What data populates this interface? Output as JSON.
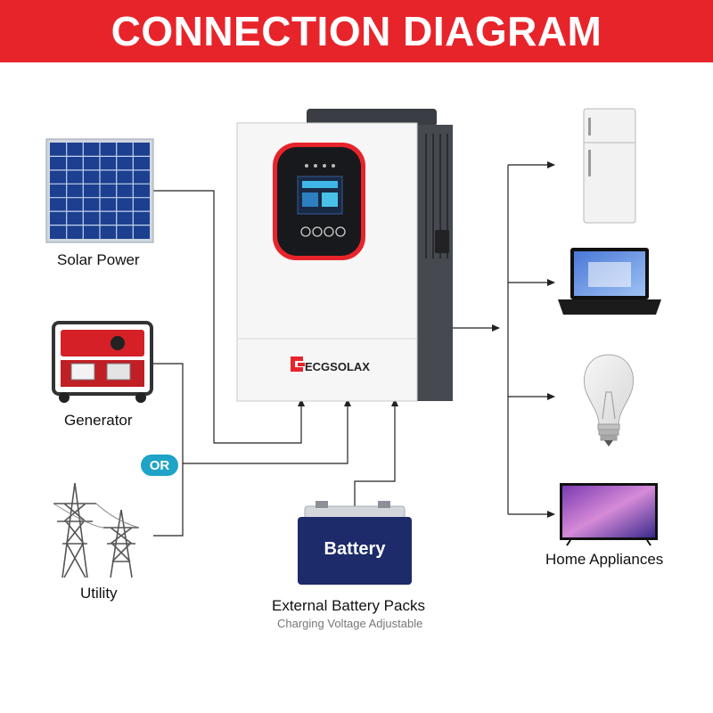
{
  "header": {
    "title": "CONNECTION DIAGRAM"
  },
  "colors": {
    "banner": "#e8242b",
    "or_badge": "#1fa3c7",
    "inverter_accent": "#e8242b",
    "line": "#222222"
  },
  "inputs": {
    "solar": {
      "label": "Solar Power",
      "icon": "solar-panel-icon"
    },
    "generator": {
      "label": "Generator",
      "icon": "generator-icon"
    },
    "or_badge": "OR",
    "utility": {
      "label": "Utility",
      "icon": "power-tower-icon"
    }
  },
  "inverter": {
    "brand": "ECGSOLAX",
    "icon": "hybrid-inverter-icon"
  },
  "battery": {
    "label": "Battery",
    "caption": "External Battery Packs",
    "subcaption": "Charging Voltage Adjustable",
    "icon": "battery-icon"
  },
  "outputs": {
    "label": "Home Appliances",
    "items": [
      "fridge-icon",
      "laptop-icon",
      "light-bulb-icon",
      "tv-icon"
    ]
  }
}
